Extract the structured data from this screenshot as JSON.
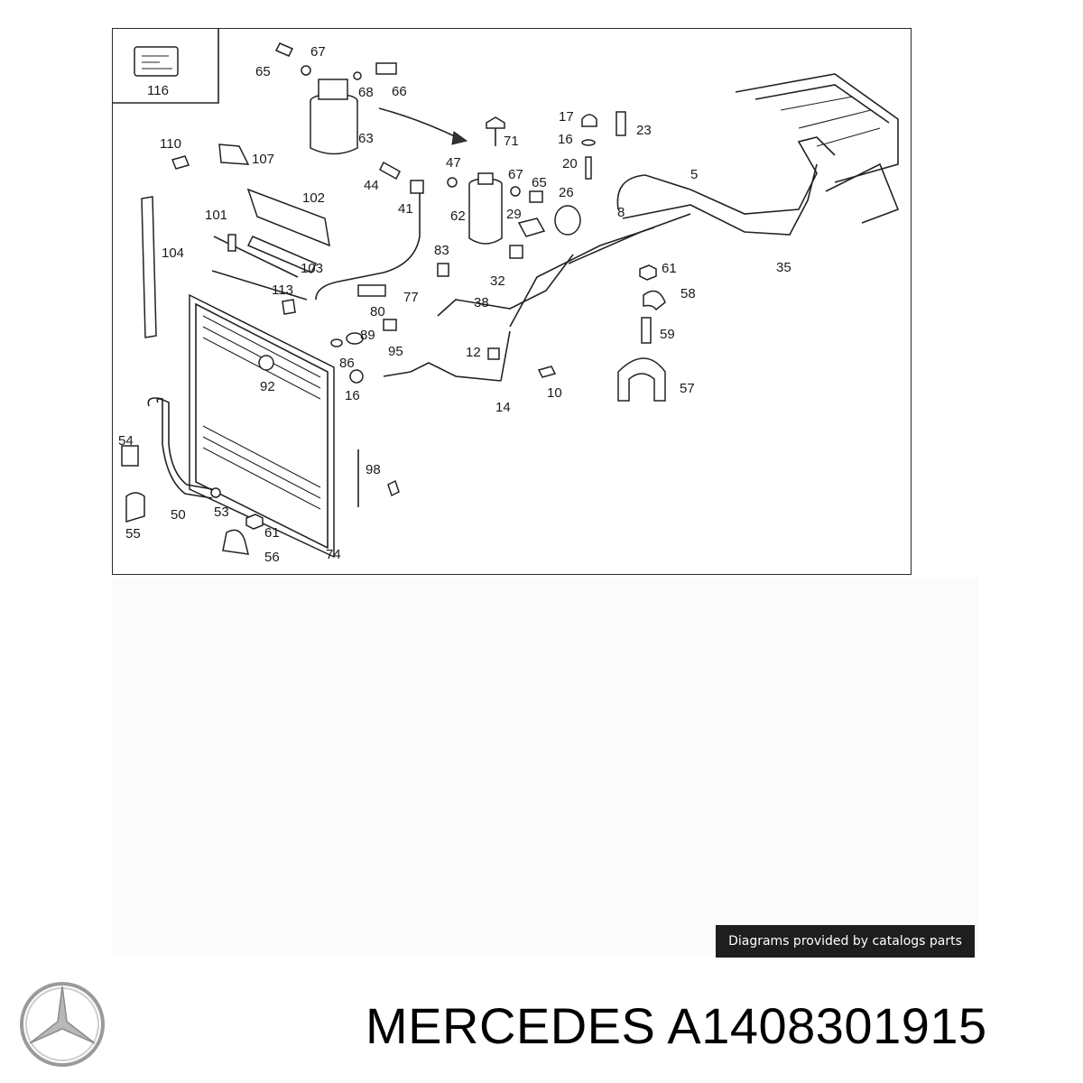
{
  "diagram": {
    "callouts": {
      "c116": "116",
      "c67a": "67",
      "c65a": "65",
      "c68": "68",
      "c66": "66",
      "c63": "63",
      "c71": "71",
      "c17": "17",
      "c16a": "16",
      "c23": "23",
      "c20": "20",
      "c5": "5",
      "c110": "110",
      "c107": "107",
      "c102": "102",
      "c47": "47",
      "c44": "44",
      "c67b": "67",
      "c65b": "65",
      "c26": "26",
      "c41": "41",
      "c62": "62",
      "c29": "29",
      "c8": "8",
      "c101": "101",
      "c104": "104",
      "c83": "83",
      "c103": "103",
      "c32": "32",
      "c61a": "61",
      "c35": "35",
      "c113": "113",
      "c77": "77",
      "c38": "38",
      "c58": "58",
      "c80": "80",
      "c59": "59",
      "c89": "89",
      "c95": "95",
      "c12": "12",
      "c86": "86",
      "c92": "92",
      "c16b": "16",
      "c10": "10",
      "c57": "57",
      "c14": "14",
      "c54": "54",
      "c98": "98",
      "c50": "50",
      "c53": "53",
      "c55": "55",
      "c61b": "61",
      "c56": "56",
      "c74": "74"
    }
  },
  "credit": "Diagrams provided by catalogs parts",
  "brand": {
    "logo_icon": "mercedes-star-icon",
    "title": "MERCEDES A1408301915"
  }
}
